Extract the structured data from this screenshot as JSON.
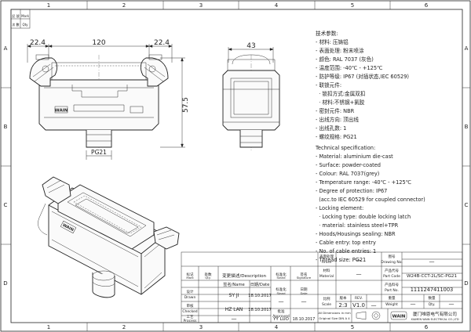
{
  "frame": {
    "top_cols": [
      "1",
      "2",
      "3",
      "4",
      "5",
      "6"
    ],
    "bottom_cols": [
      "1",
      "2",
      "3",
      "4",
      "5",
      "6"
    ],
    "left_rows": [
      "A",
      "B",
      "C",
      "D"
    ],
    "right_rows": [
      "A",
      "B",
      "C",
      "D"
    ],
    "corner_tab": [
      "記 號",
      "Mark",
      "次 數",
      "Qty"
    ]
  },
  "front_view": {
    "dim_left": "22.4",
    "dim_width": "120",
    "dim_right": "22.4",
    "dim_height": "57.5",
    "cable_entry": "PG21",
    "logo": "WAIN"
  },
  "side_view": {
    "dim_width": "43"
  },
  "iso_view": {
    "logo": "WAIN"
  },
  "spec_cn": [
    "技术参数:",
    "- 材料: 压铸铝",
    "- 表面处理: 粉末喷涂",
    "- 颜色: RAL 7037 (灰色)",
    "- 温度范围: -40℃ - +125℃",
    "- 防护等级: IP67 (对插状态,IEC 60529)",
    "- 联锁元件:",
    "  · 锁扣方式:金属双扣",
    "  · 材料:不锈钢+氯胶",
    "- 密封元件: NBR",
    "- 出线方向: 顶出线",
    "- 出线孔数: 1",
    "- 螺纹规格: PG21"
  ],
  "spec_en": [
    "Technical specification:",
    "- Material: aluminium die-cast",
    "- Surface: powder-coated",
    "- Colour: RAL 7037(grey)",
    "- Temperature range: -40℃ - +125℃",
    "- Degree of protection: IP67",
    "  (acc.to IEC 60529 for coupled connector)",
    "- Locking element:",
    "  · Locking type: double locking latch",
    "  · material: stainless steel+TPR",
    "- Hoods/Housings sealing: NBR",
    "- Cable entry: top entry",
    "- No. of cable entries: 1",
    "- Thread size: PG21"
  ],
  "title_block": {
    "surface_finish_cn": "表面处理",
    "surface_finish_en": "Finish",
    "drawing_no_cn": "图号",
    "drawing_no_en": "Drawing No.",
    "part_code_cn": "产品代号",
    "part_code_en": "Part Code",
    "part_code_value": "W24B-CCT-2L/SC-PG21",
    "material_cn": "材料",
    "material_en": "Material",
    "part_no_cn": "产品料号",
    "part_no_en": "Part No.",
    "part_no_value": "1111247411003",
    "scale_cn": "比例",
    "scale_en": "Scale",
    "scale_value": "2:3",
    "rev_cn": "版本",
    "rev_en": "REV.",
    "rev_value": "V1.0",
    "weight_cn": "重量",
    "weight_en": "Weight",
    "qty_cn": "数量",
    "qty_en": "Qty.",
    "dash": "—",
    "dims_note": "All Dimensions in mm",
    "tolerance_note": "Original Size DIN A 4",
    "company_logo": "WAIN",
    "company_cn": "厦门唯恩电气有限公司",
    "company_en": "XIAMEN WAIN ELECTRICAL CO.,LTD",
    "mark_cn": "标记",
    "mark_en": "Mark",
    "change_cn": "处数",
    "change_en": "Qty.",
    "desc_header": "变更描述/Description",
    "name_header": "签名/Name",
    "date_header": "日期/Date",
    "std_header": "标准化",
    "std_header_en": "Stand",
    "sig_header": "签名",
    "sig_header_en": "Signature",
    "date2_header": "日期",
    "date2_header_en": "Date",
    "drawn_cn": "设计",
    "drawn_en": "Drawn",
    "drawn_name": "SY JI",
    "drawn_date": "18.10.2017",
    "checked_cn": "审核",
    "checked_en": "Checked",
    "checked_name": "HZ LAN",
    "checked_date": "18.10.2017",
    "process_cn": "工艺",
    "process_en": "Process",
    "approved_cn": "批准",
    "approved_en": "Approved",
    "approved_name": "YY LUO",
    "approved_date": "18.10.2017"
  }
}
